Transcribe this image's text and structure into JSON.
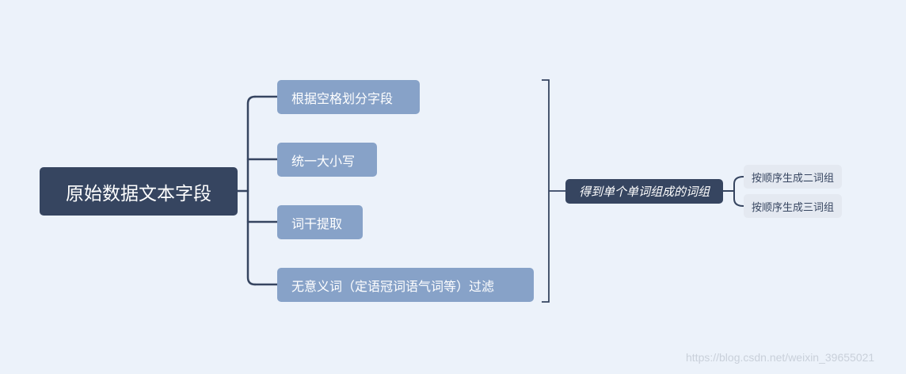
{
  "root": {
    "label": "原始数据文本字段"
  },
  "steps": [
    {
      "label": "根据空格划分字段"
    },
    {
      "label": "统一大小写"
    },
    {
      "label": "词干提取"
    },
    {
      "label": "无意义词（定语冠词语气词等）过滤"
    }
  ],
  "result": {
    "label": "得到单个单词组成的词组"
  },
  "outputs": [
    {
      "label": "按顺序生成二词组"
    },
    {
      "label": "按顺序生成三词组"
    }
  ],
  "watermark": "https://blog.csdn.net/weixin_39655021",
  "colors": {
    "background": "#ecf2fa",
    "dark_node": "#364560",
    "step_node": "#87a2c8",
    "leaf_node": "#e4e9f1",
    "connector": "#364560"
  }
}
